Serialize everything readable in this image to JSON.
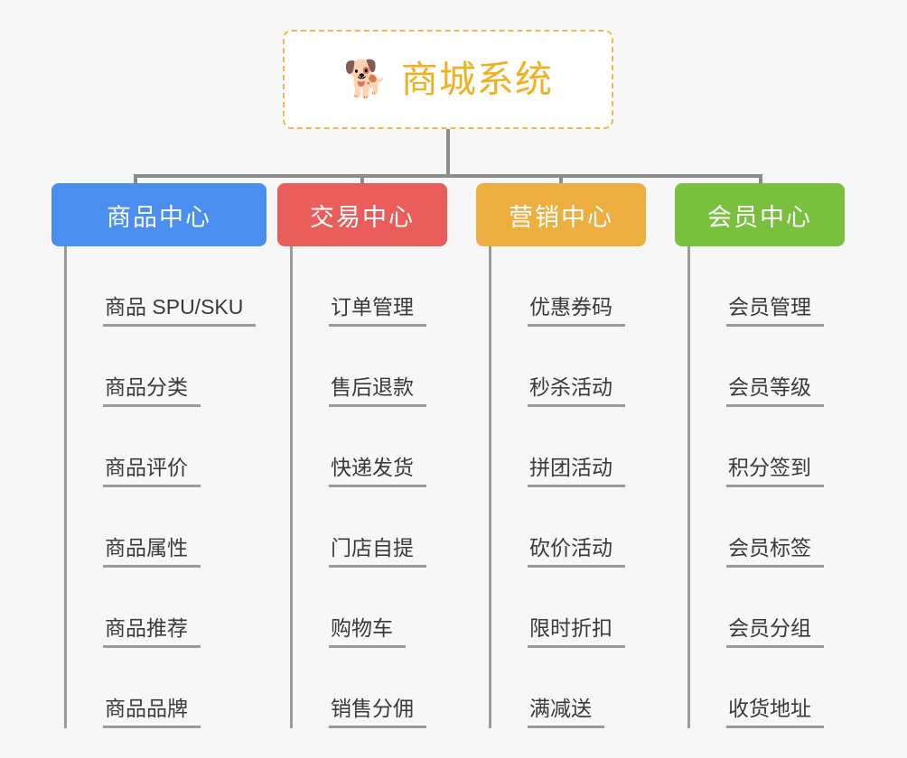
{
  "diagram": {
    "type": "organization-tree",
    "background_color": "#f7f7f7",
    "root": {
      "title": "商城系统",
      "icon": "shiba-dog-face-icon",
      "icon_glyph": "🐕",
      "border_color": "#f0b94b",
      "border_style": "dashed",
      "text_color": "#f0b020",
      "background_color": "#ffffff"
    },
    "connector_color": "#8c8c8c",
    "leaf_text_color": "#3a3a3a",
    "leaf_rule_color": "#9a9a9a",
    "categories": [
      {
        "label": "商品中心",
        "color": "#4a8ef0",
        "items": [
          "商品 SPU/SKU",
          "商品分类",
          "商品评价",
          "商品属性",
          "商品推荐",
          "商品品牌"
        ]
      },
      {
        "label": "交易中心",
        "color": "#e95e5a",
        "items": [
          "订单管理",
          "售后退款",
          "快递发货",
          "门店自提",
          "购物车",
          "销售分佣"
        ]
      },
      {
        "label": "营销中心",
        "color": "#eeaf41",
        "items": [
          "优惠券码",
          "秒杀活动",
          "拼团活动",
          "砍价活动",
          "限时折扣",
          "满减送"
        ]
      },
      {
        "label": "会员中心",
        "color": "#79c03f",
        "items": [
          "会员管理",
          "会员等级",
          "积分签到",
          "会员标签",
          "会员分组",
          "收货地址"
        ]
      }
    ]
  }
}
